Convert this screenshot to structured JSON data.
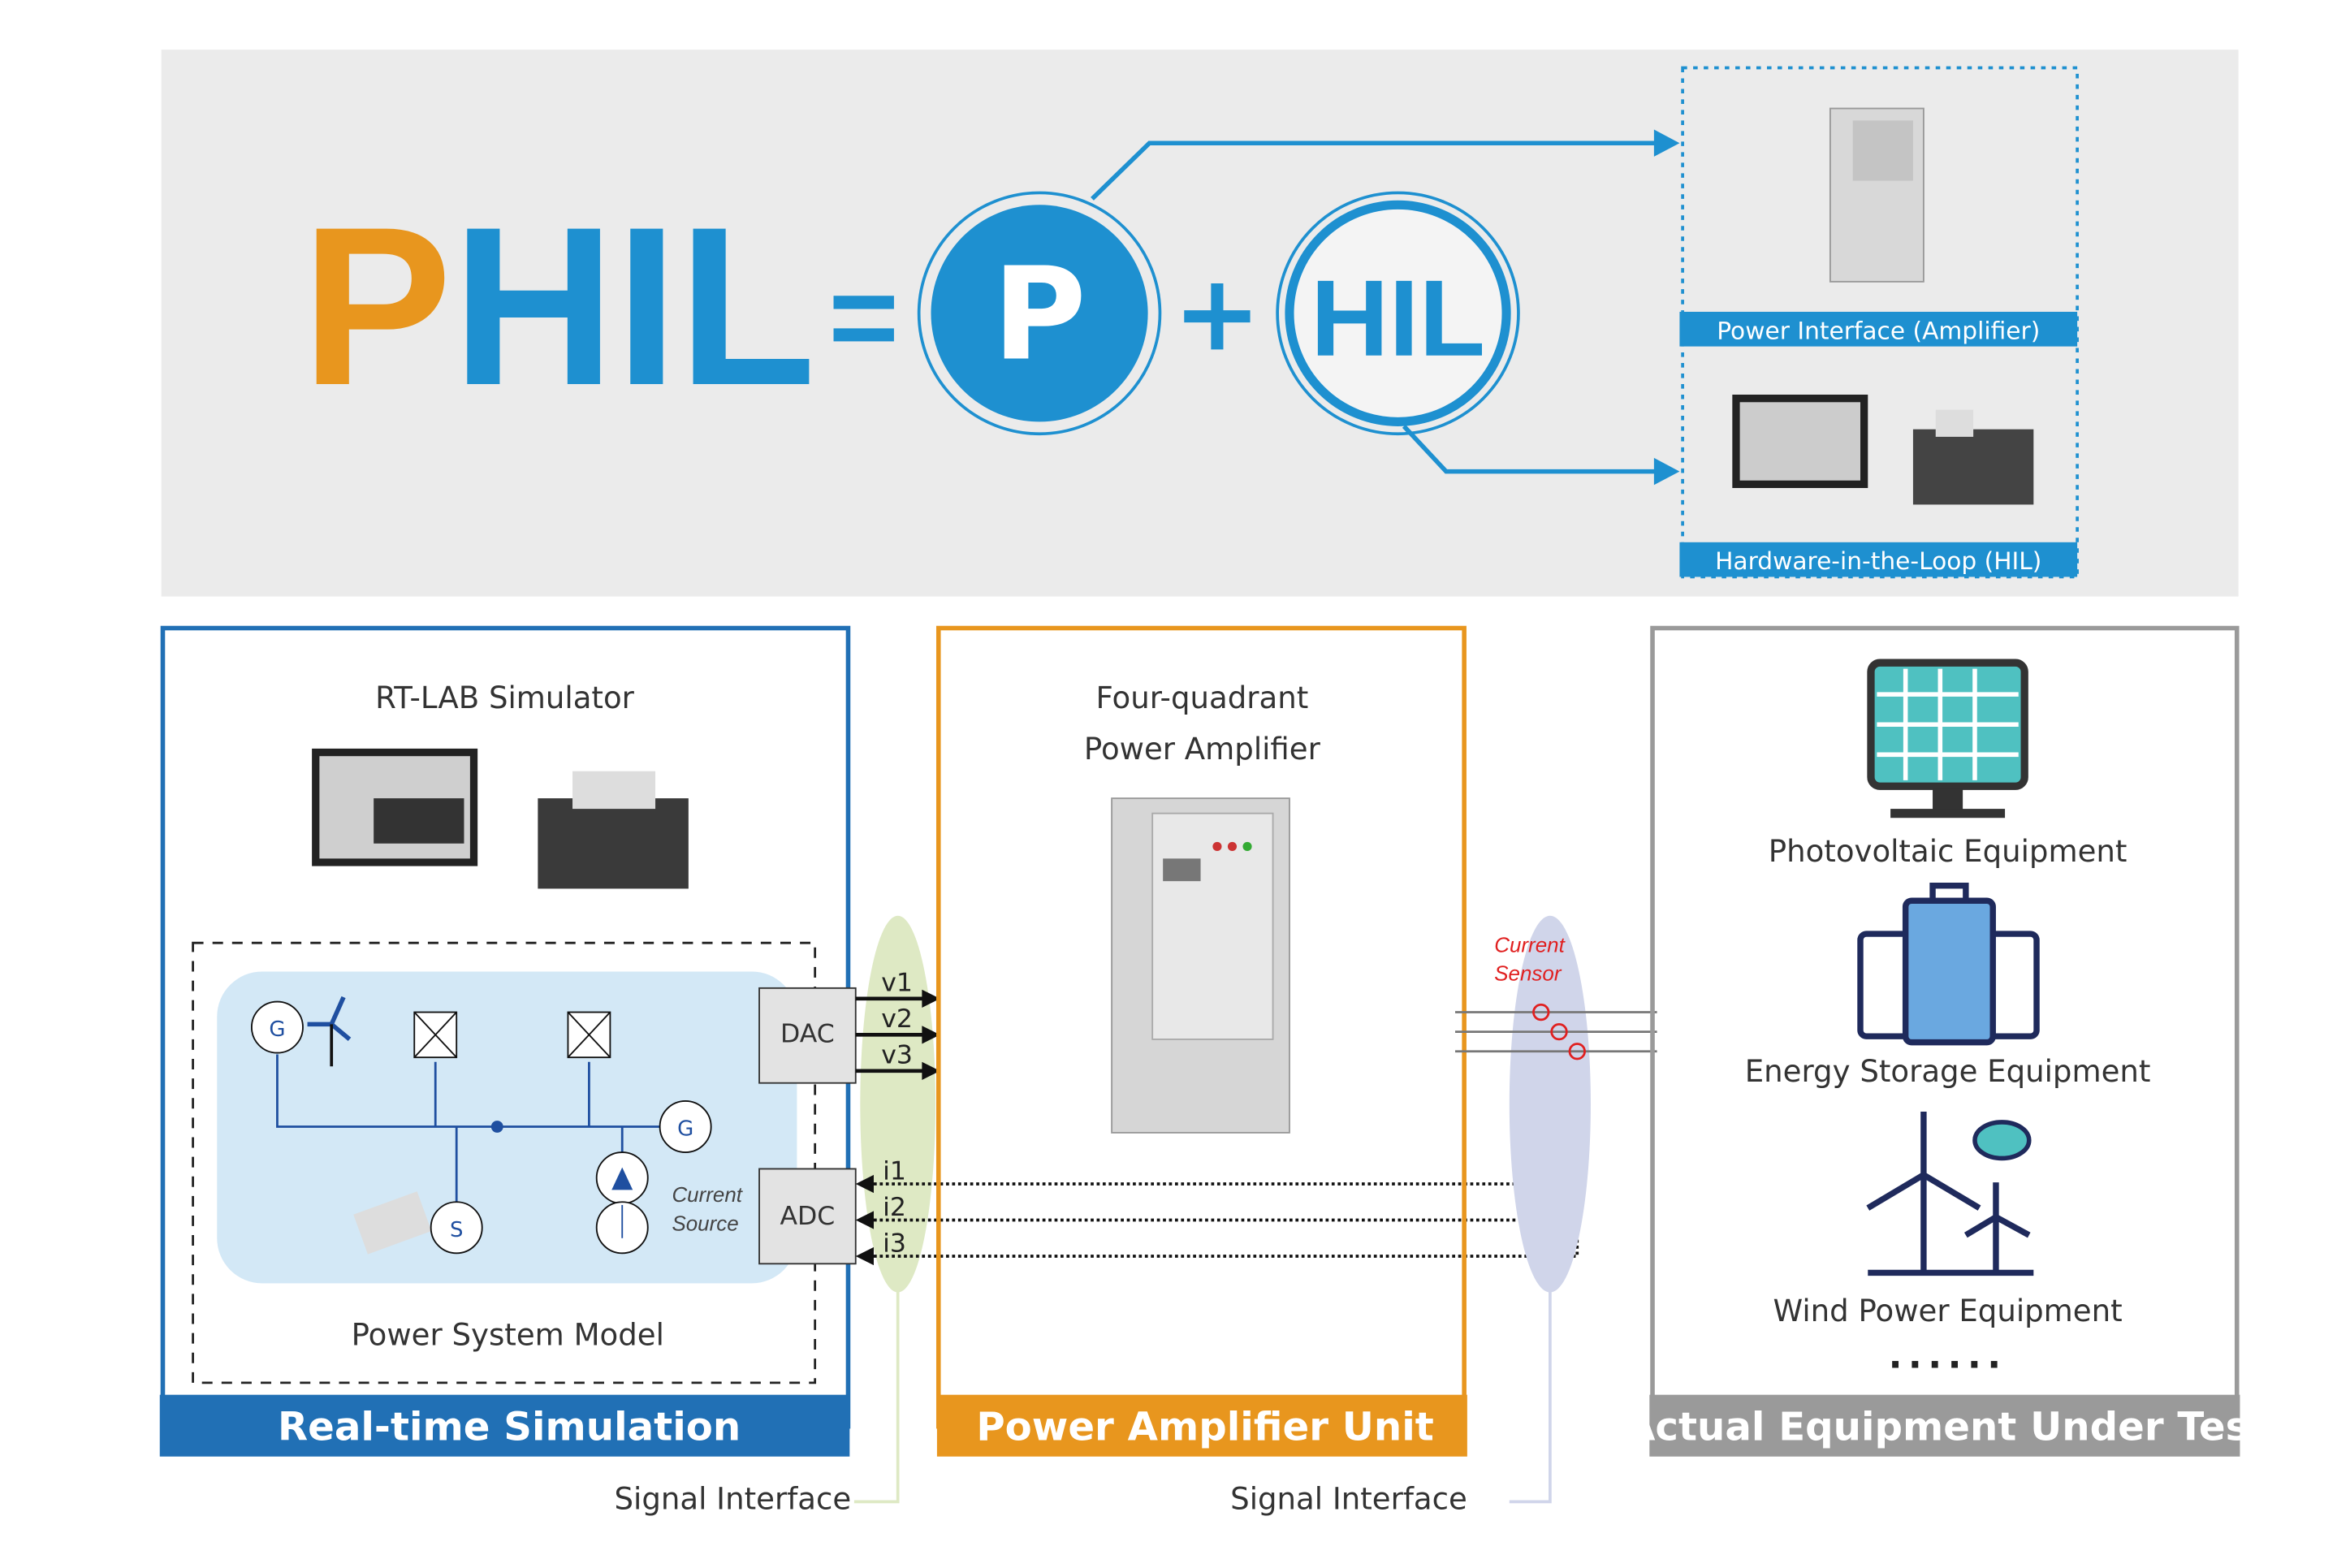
{
  "header": {
    "p_letter": "P",
    "hil_letters": "HIL",
    "equals": "=",
    "circle_p": "P",
    "plus": "+",
    "circle_hil": "HIL",
    "power_interface_label": "Power Interface (Amplifier)",
    "hil_label": "Hardware-in-the-Loop (HIL)"
  },
  "simulation": {
    "title": "RT-LAB Simulator",
    "model_label": "Power System Model",
    "footer": "Real-time Simulation",
    "dac": "DAC",
    "adc": "ADC",
    "generator": "G",
    "sync": "S",
    "current_source": [
      "Current",
      "Source"
    ],
    "voltages": [
      "v1",
      "v2",
      "v3"
    ],
    "currents": [
      "i1",
      "i2",
      "i3"
    ]
  },
  "amplifier": {
    "title": [
      "Four-quadrant",
      "Power Amplifier"
    ],
    "footer": "Power Amplifier Unit",
    "current_sensor": [
      "Current",
      "Sensor"
    ]
  },
  "equipment": {
    "items": [
      "Photovoltaic Equipment",
      "Energy Storage Equipment",
      "Wind Power Equipment"
    ],
    "more": "......",
    "footer": "Actual Equipment Under Test"
  },
  "signal_interface_left": "Signal Interface",
  "signal_interface_right": "Signal Interface",
  "colors": {
    "orange": "#E8961E",
    "blue": "#1E90D0",
    "dark_blue": "#2170B5",
    "gray": "#9A9A9A",
    "navy": "#1F2A5C",
    "teal": "#4FC1C1"
  }
}
